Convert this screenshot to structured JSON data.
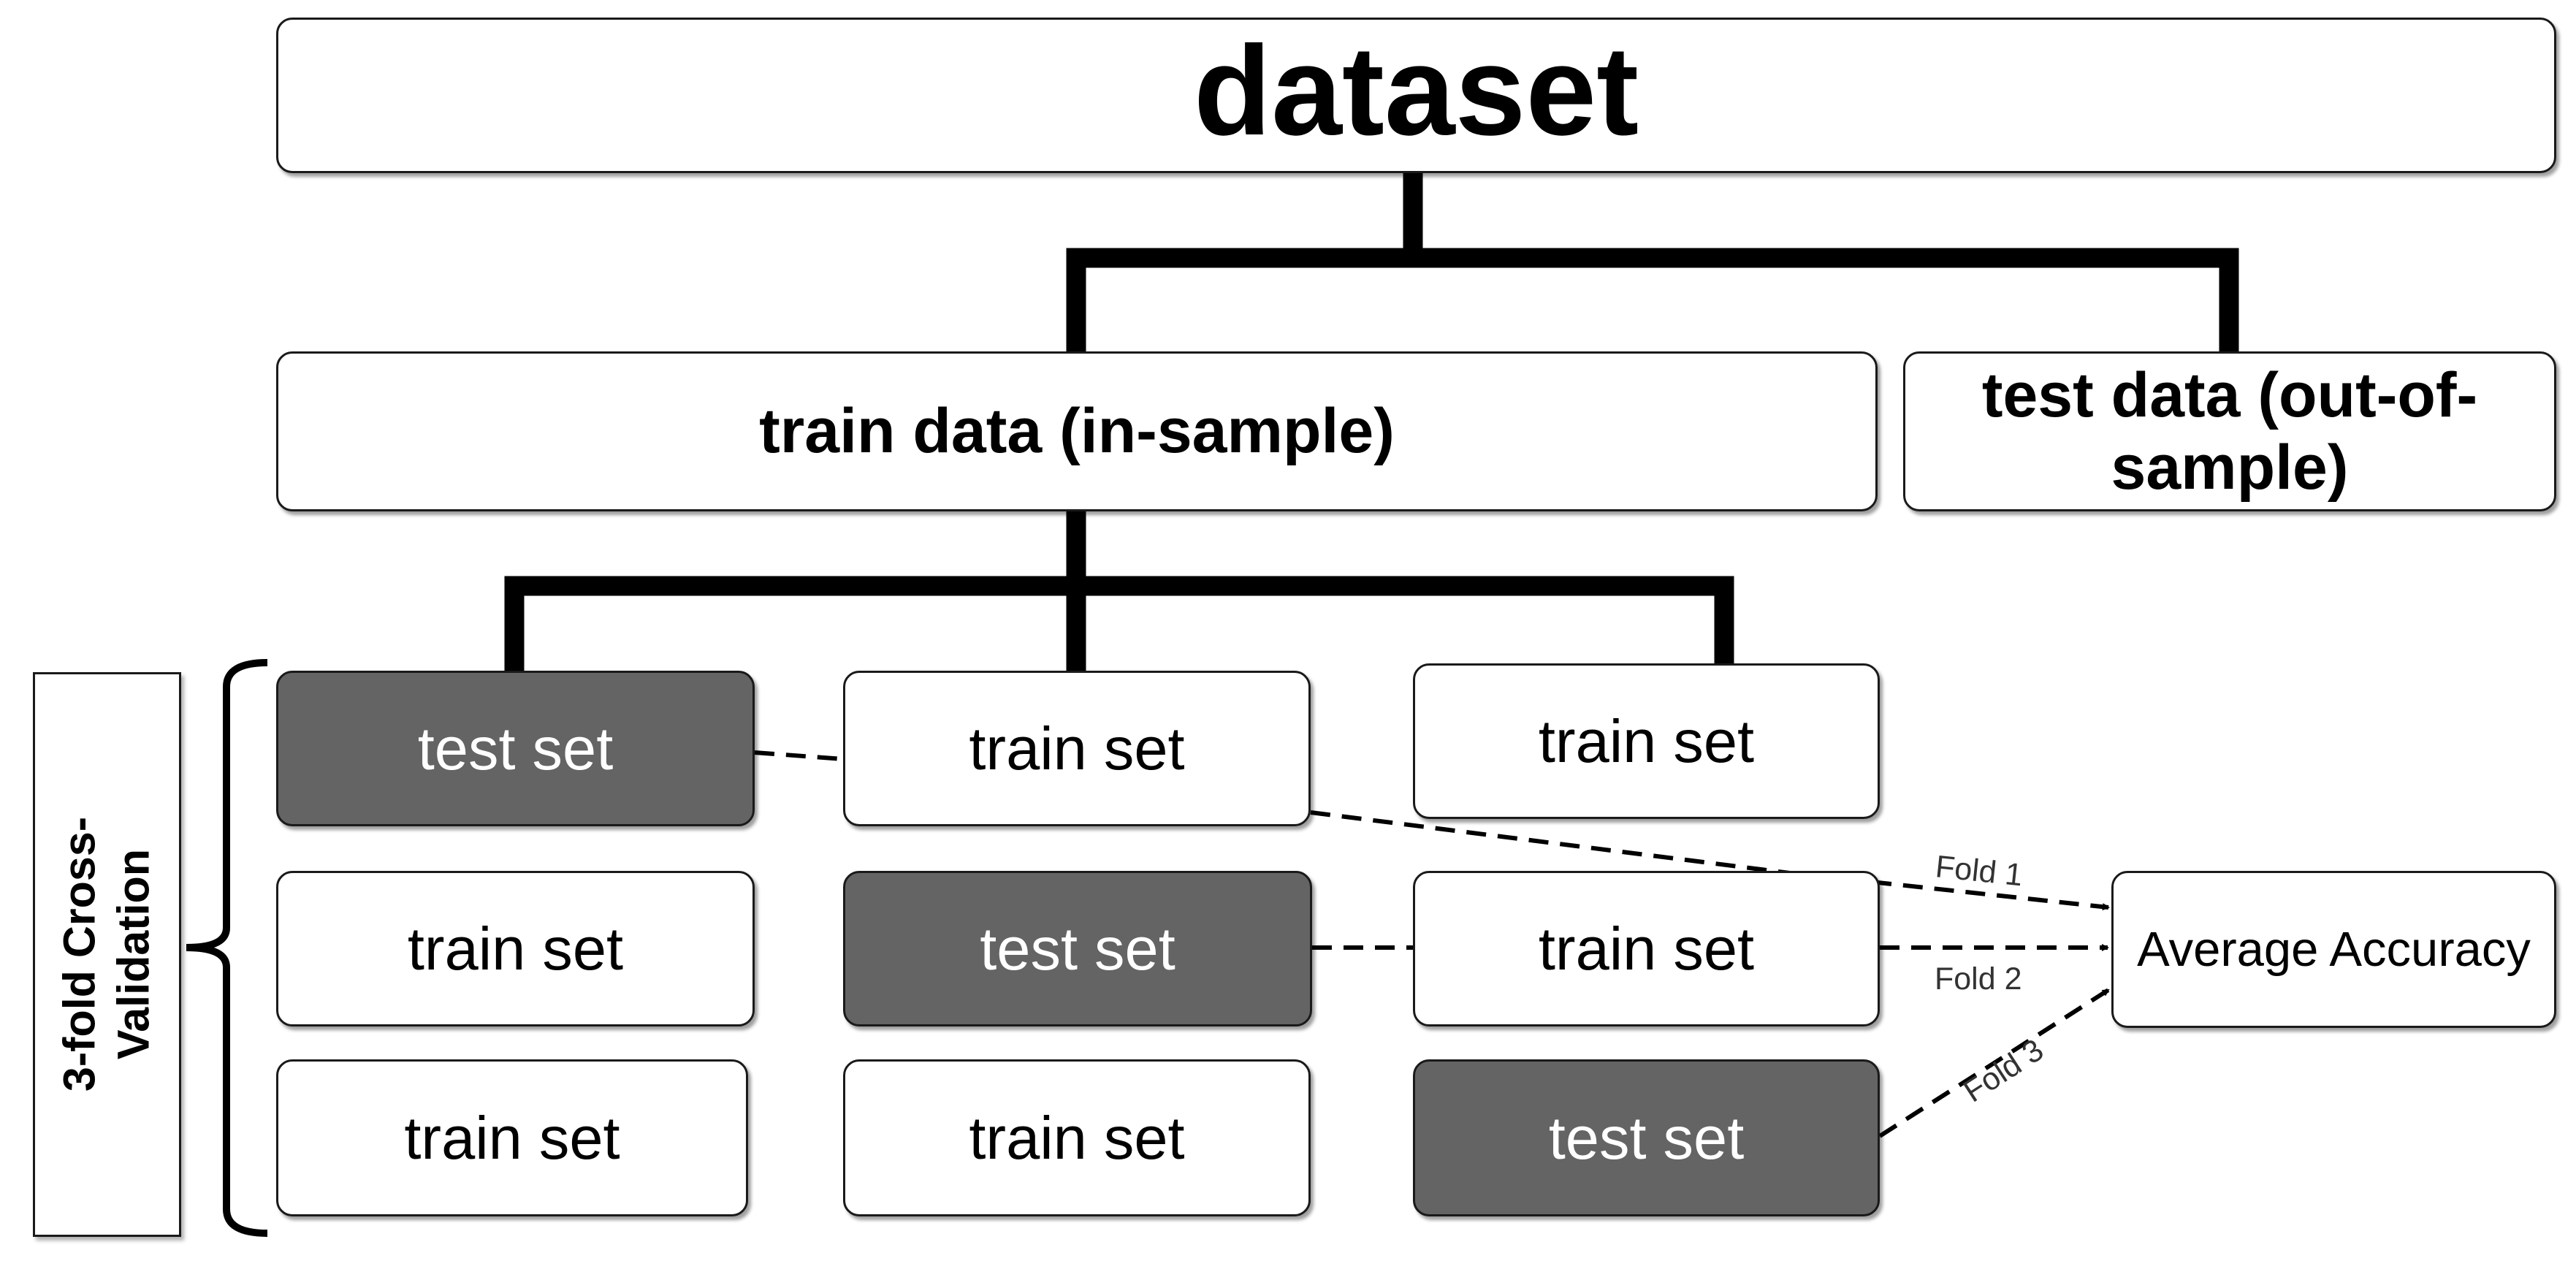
{
  "dataset": "dataset",
  "train_data": "train data (in-sample)",
  "test_data": "test data (out-of-sample)",
  "cross_validation": "3-fold Cross-Validation",
  "average_accuracy": "Average Accuracy",
  "grid": [
    [
      "test set",
      "train set",
      "train set"
    ],
    [
      "train set",
      "test set",
      "train set"
    ],
    [
      "train set",
      "train set",
      "test set"
    ]
  ],
  "folds": [
    "Fold 1",
    "Fold 2",
    "Fold 3"
  ],
  "colors": {
    "test_fill": "#646464",
    "train_fill": "#ffffff",
    "line": "#000000"
  }
}
